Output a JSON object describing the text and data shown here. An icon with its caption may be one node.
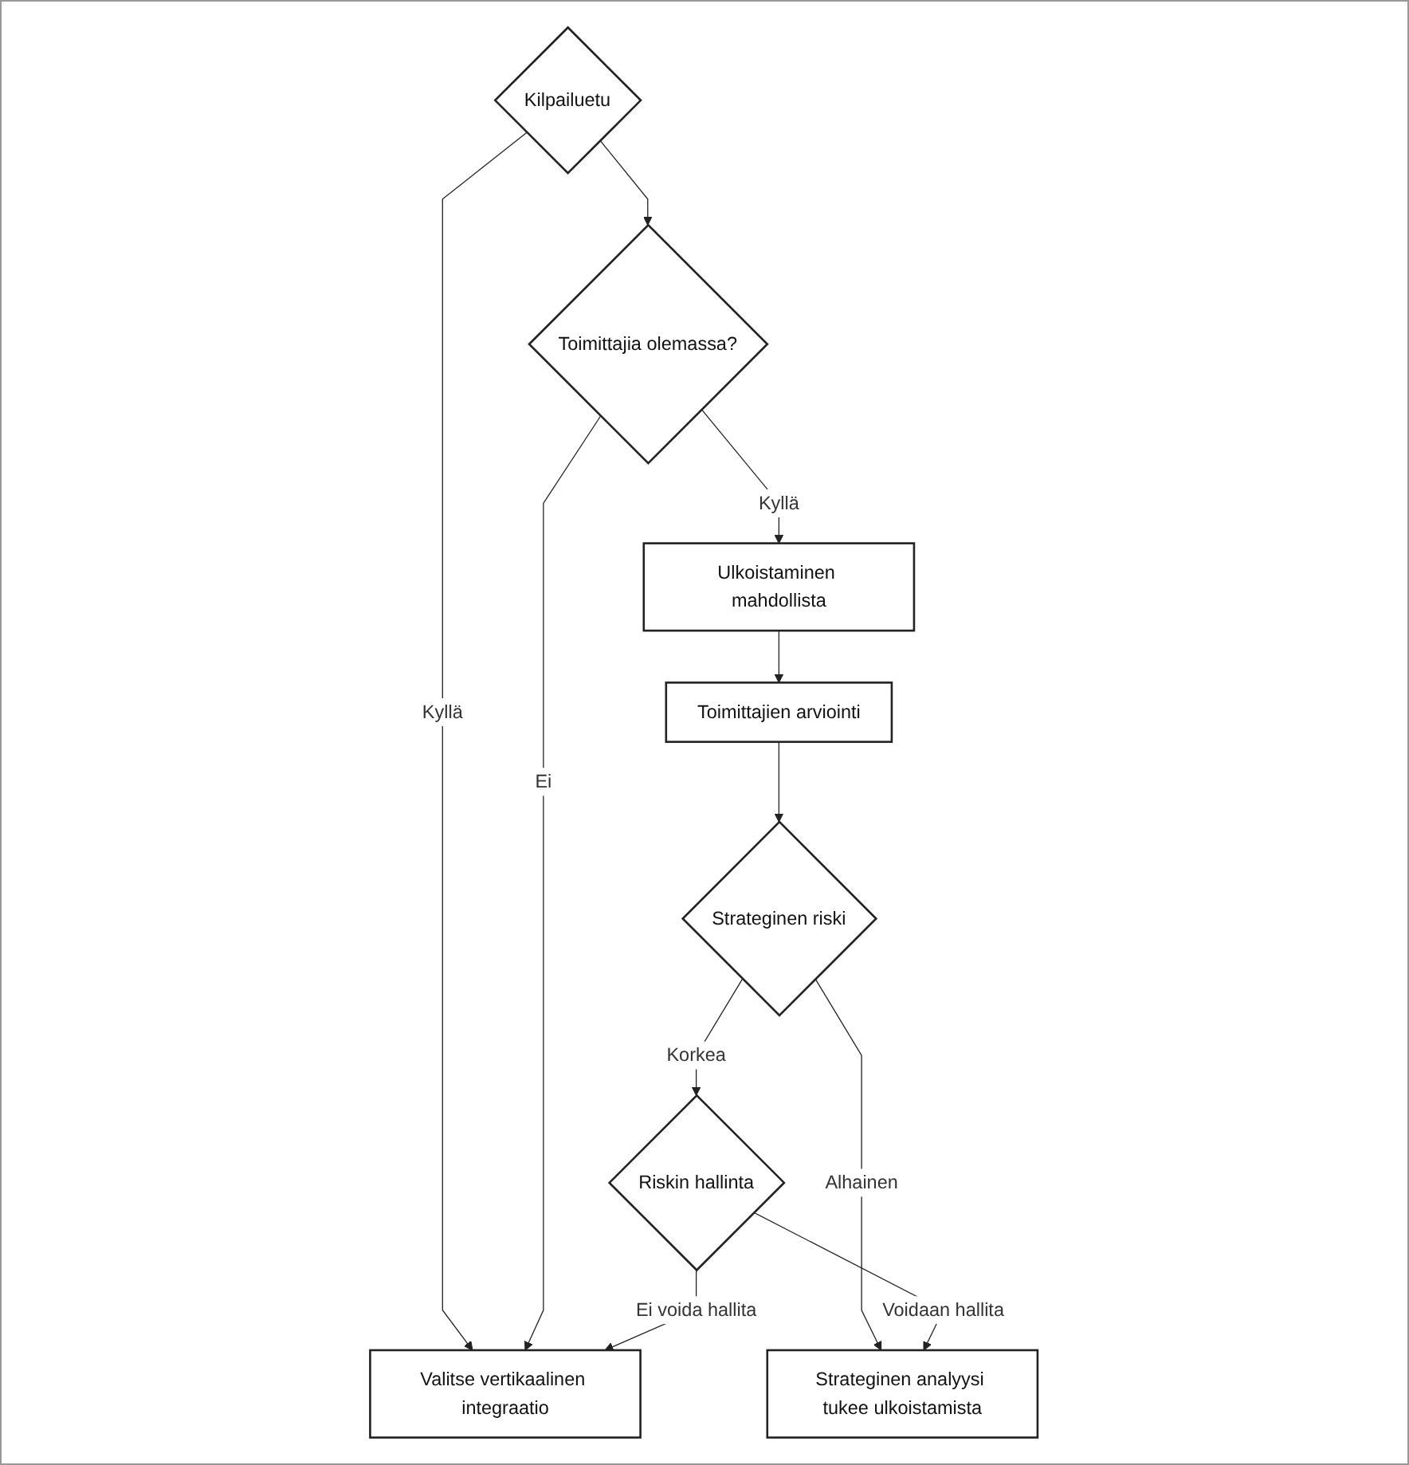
{
  "diagram": {
    "nodes": [
      {
        "text": [
          "Kilpailuetu"
        ]
      },
      {
        "text": [
          "Valitse vertikaalinen integraatio"
        ]
      },
      {
        "text": [
          "Toimittajia olemassa?"
        ]
      },
      {
        "text": [
          "Ulkoistaminen mahdollista"
        ]
      },
      {
        "text": [
          "Toimittajien arviointi"
        ]
      },
      {
        "text": [
          "Strateginen riski"
        ]
      },
      {
        "text": [
          "Strateginen analyysi tukee ulkoistamista"
        ]
      },
      {
        "text": [
          "Riskin hallinta"
        ]
      }
    ],
    "edges": [
      {
        "from": 0,
        "to": 1,
        "arrow": "to",
        "label": "Kyllä"
      },
      {
        "from": 0,
        "to": 2,
        "arrow": "to"
      },
      {
        "from": 2,
        "to": 1,
        "arrow": "to",
        "label": "Ei"
      },
      {
        "from": 2,
        "to": 3,
        "arrow": "to",
        "label": "Kyllä"
      },
      {
        "from": 3,
        "to": 4,
        "arrow": "to"
      },
      {
        "from": 4,
        "to": 5,
        "arrow": "to"
      },
      {
        "from": 5,
        "to": 6,
        "arrow": "to",
        "label": "Alhainen"
      },
      {
        "from": 5,
        "to": 7,
        "arrow": "to",
        "label": "Korkea"
      },
      {
        "from": 7,
        "to": 6,
        "arrow": "to",
        "label": "Voidaan hallita"
      },
      {
        "from": 7,
        "to": 1,
        "arrow": "to",
        "label": "Ei voida hallita"
      }
    ]
  }
}
